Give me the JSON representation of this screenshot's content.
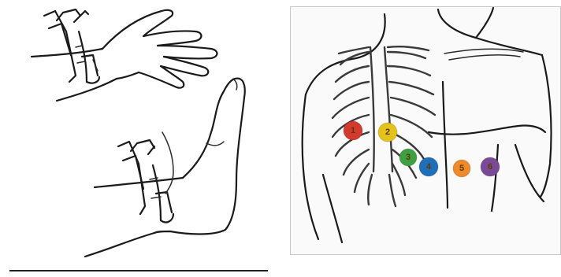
{
  "chest_electrodes": [
    {
      "label": "1",
      "color": "#d23a2e"
    },
    {
      "label": "2",
      "color": "#e4c21c"
    },
    {
      "label": "3",
      "color": "#3ea043"
    },
    {
      "label": "4",
      "color": "#1f6fb8"
    },
    {
      "label": "5",
      "color": "#ef8a2a"
    },
    {
      "label": "6",
      "color": "#7a4a96"
    }
  ],
  "colors": {
    "line": "#1a1a1a",
    "panel_border": "#c8c8c8",
    "panel_background": "#fafafa"
  }
}
